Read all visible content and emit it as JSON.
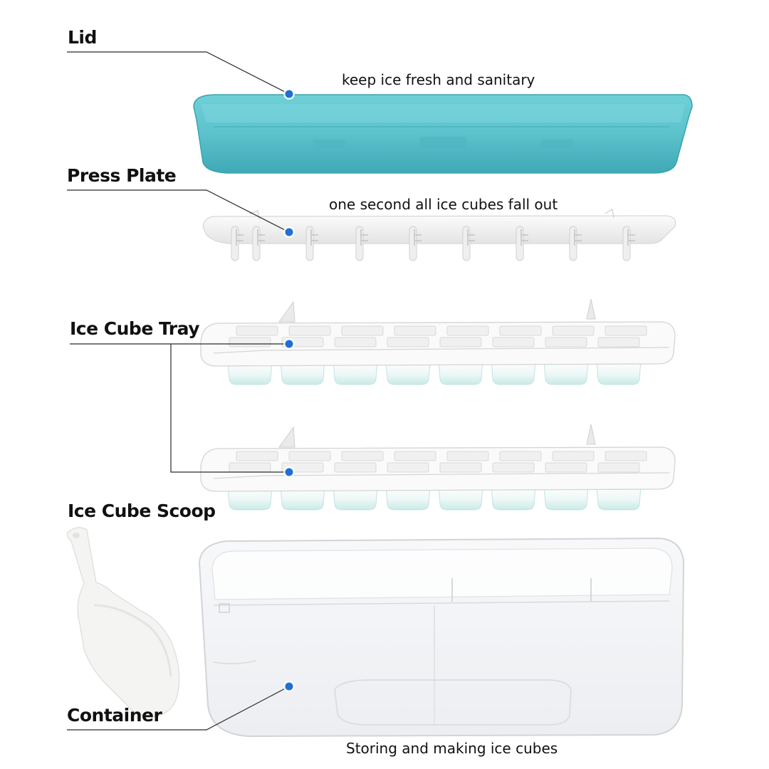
{
  "labels": {
    "lid": "Lid",
    "press_plate": "Press Plate",
    "ice_cube_tray": "Ice Cube Tray",
    "ice_cube_scoop": "Ice Cube Scoop",
    "container": "Container"
  },
  "notes": {
    "lid": "keep ice fresh and sanitary",
    "press_plate": "one second all ice cubes fall out",
    "container": "Storing and making ice cubes"
  },
  "colors": {
    "lid": "#5cc2cc",
    "lid_dark": "#3aa6b3",
    "marker": "#1f6fd6",
    "tray_tint": "#d3eeec",
    "plastic": "#f2f2f2"
  }
}
